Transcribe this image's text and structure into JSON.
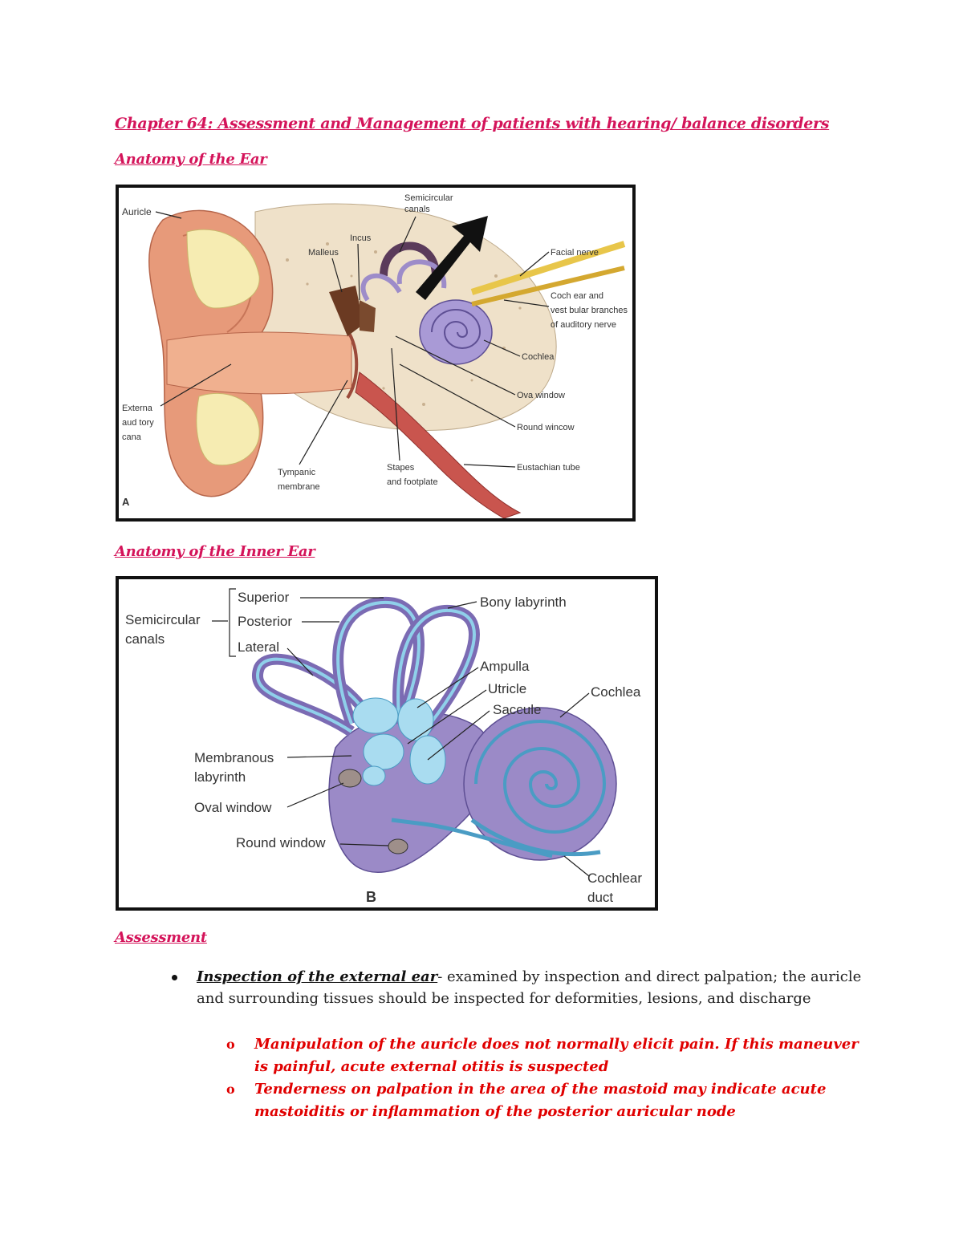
{
  "headings": {
    "chapter": "Chapter 64: Assessment and Management of patients with hearing/ balance disorders",
    "ear": "Anatomy of the Ear",
    "inner_ear": "Anatomy of the Inner Ear",
    "assessment": "Assessment"
  },
  "figure_a": {
    "panel_letter": "A",
    "labels": {
      "auricle": "Auricle",
      "semicircular_1": "Semicircular",
      "semicircular_2": "canals",
      "incus": "Incus",
      "malleus": "Malleus",
      "facial_nerve": "Facial nerve",
      "cochlear_1": "Coch ear and",
      "cochlear_2": "vest bular branches",
      "cochlear_3": "of auditory nerve",
      "cochlea": "Cochlea",
      "oval_window": "Ova window",
      "round_window": "Round wincow",
      "eustachian": "Eustachian tube",
      "external_1": "Externa",
      "external_2": "aud tory",
      "external_3": "cana",
      "tympanic_1": "Tympanic",
      "tympanic_2": "membrane",
      "stapes_1": "Stapes",
      "stapes_2": "and footplate"
    }
  },
  "figure_b": {
    "panel_letter": "B",
    "labels": {
      "semicircular_1": "Semicircular",
      "semicircular_2": "canals",
      "superior": "Superior",
      "posterior": "Posterior",
      "lateral": "Lateral",
      "bony_labyrinth": "Bony labyrinth",
      "ampulla": "Ampulla",
      "utricle": "Utricle",
      "saccule": "Saccule",
      "cochlea": "Cochlea",
      "membranous_1": "Membranous",
      "membranous_2": "labyrinth",
      "oval_window": "Oval window",
      "round_window": "Round window",
      "cochlear_duct_1": "Cochlear",
      "cochlear_duct_2": "duct"
    }
  },
  "assessment": {
    "bullet_term": "Inspection of the external ear",
    "bullet_text": "- examined by inspection and direct palpation; the auricle and surrounding tissues should be inspected for deformities, lesions, and discharge",
    "sub_marker": "o",
    "sub_items": [
      "Manipulation of the auricle does not normally elicit pain. If this maneuver is painful, acute external otitis is suspected",
      "Tenderness on palpation in the area of the mastoid may indicate acute mastoiditis or inflammation of the posterior auricular node"
    ]
  },
  "colors": {
    "heading": "#d4145a",
    "emphasis": "#e00000"
  }
}
